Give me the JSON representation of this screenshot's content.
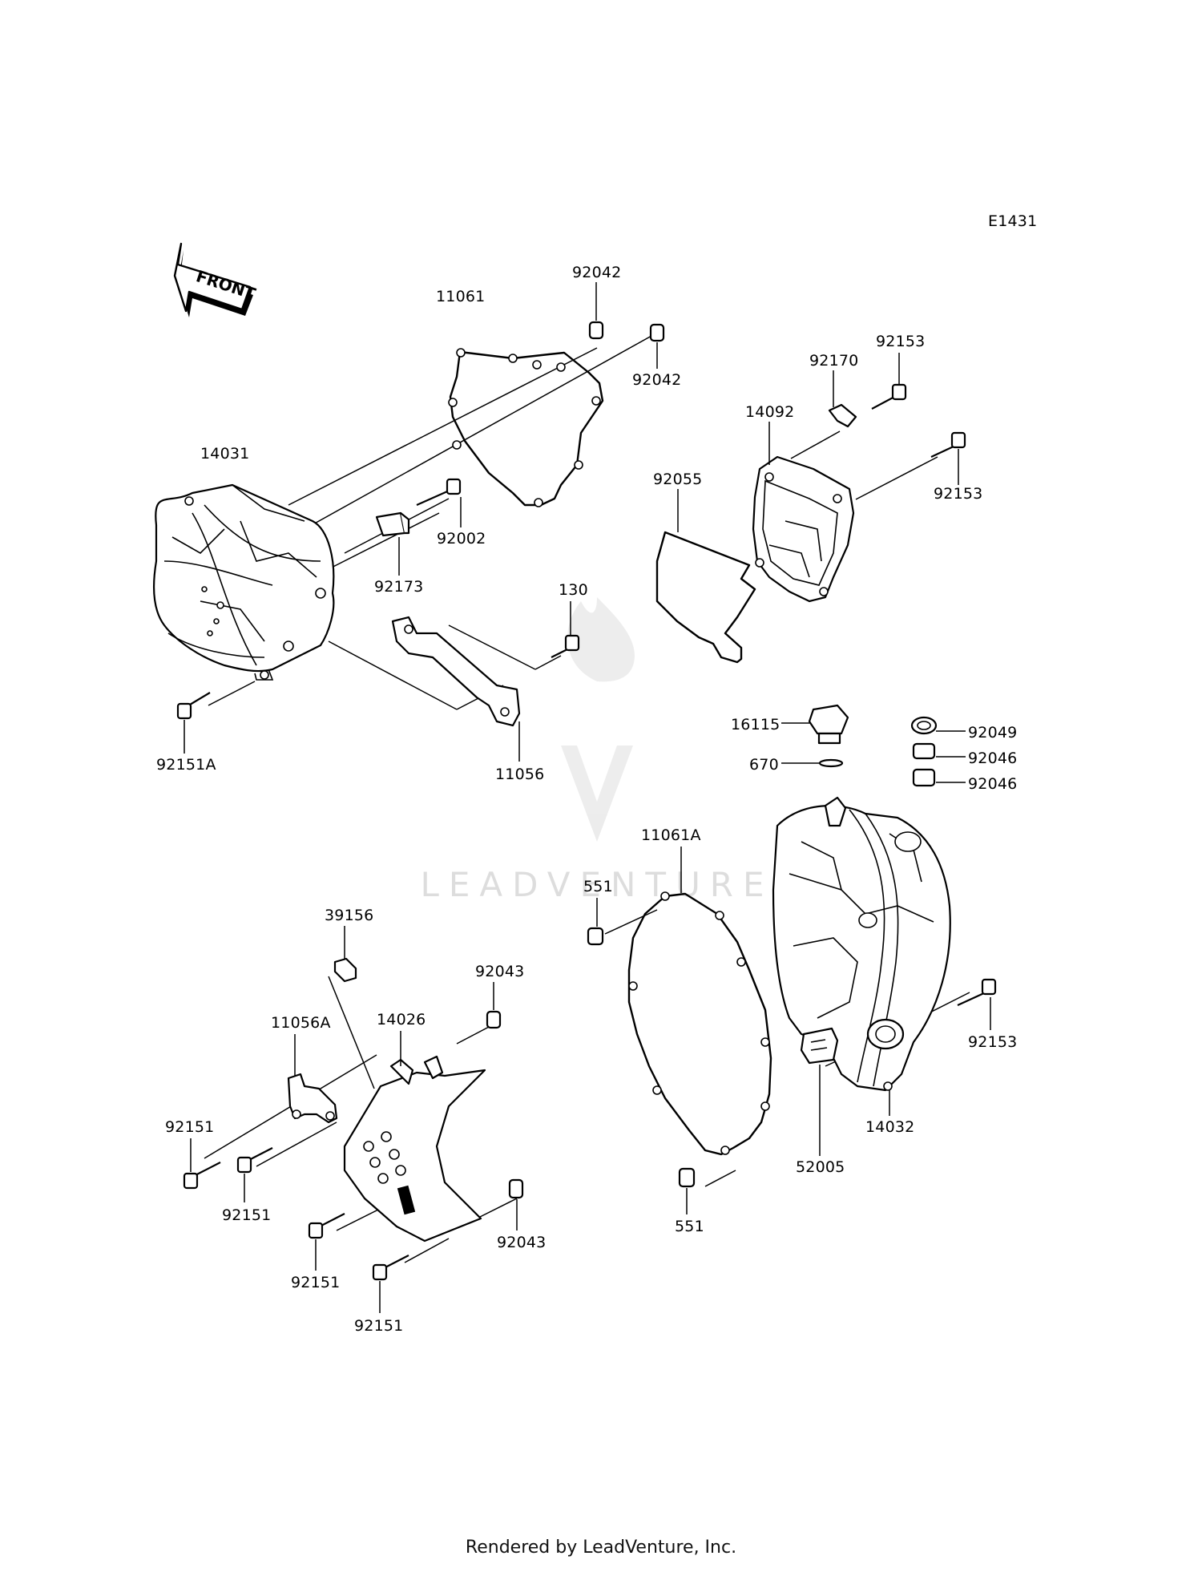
{
  "diagram": {
    "code": "E1431",
    "front_label": "FRONT",
    "watermark": "LEADVENTURE",
    "footer": "Rendered by LeadVenture, Inc.",
    "parts": [
      "92042",
      "92042",
      "11061",
      "92153",
      "92170",
      "14092",
      "92153",
      "14031",
      "92002",
      "92055",
      "92173",
      "130",
      "92151A",
      "11056",
      "16115",
      "92049",
      "92046",
      "670",
      "92046",
      "11061A",
      "551",
      "39156",
      "92043",
      "14026",
      "11056A",
      "92153",
      "92151",
      "14032",
      "92151",
      "52005",
      "92151",
      "92043",
      "551",
      "92151"
    ]
  }
}
